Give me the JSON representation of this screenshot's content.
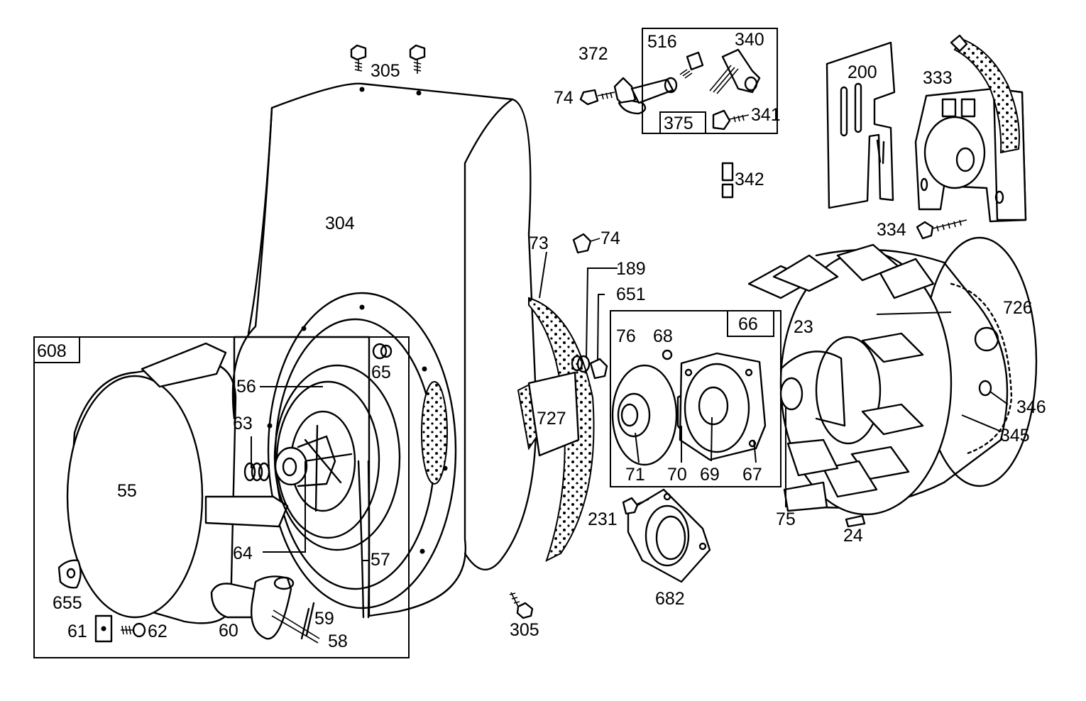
{
  "labels": {
    "l304": "304",
    "l305a": "305",
    "l305b": "305",
    "l608": "608",
    "l55": "55",
    "l56": "56",
    "l63": "63",
    "l64": "64",
    "l65": "65",
    "l57": "57",
    "l655": "655",
    "l61": "61",
    "l62": "62",
    "l60": "60",
    "l59": "59",
    "l58": "58",
    "l372": "372",
    "l74a": "74",
    "l516": "516",
    "l340": "340",
    "l375": "375",
    "l341": "341",
    "l342": "342",
    "l200": "200",
    "l333": "333",
    "l334": "334",
    "l73": "73",
    "l74b": "74",
    "l189": "189",
    "l651": "651",
    "l727": "727",
    "l66": "66",
    "l76": "76",
    "l68": "68",
    "l71": "71",
    "l70": "70",
    "l69": "69",
    "l67": "67",
    "l231": "231",
    "l682": "682",
    "l23": "23",
    "l75": "75",
    "l24": "24",
    "l726": "726",
    "l346": "346",
    "l345": "345"
  }
}
